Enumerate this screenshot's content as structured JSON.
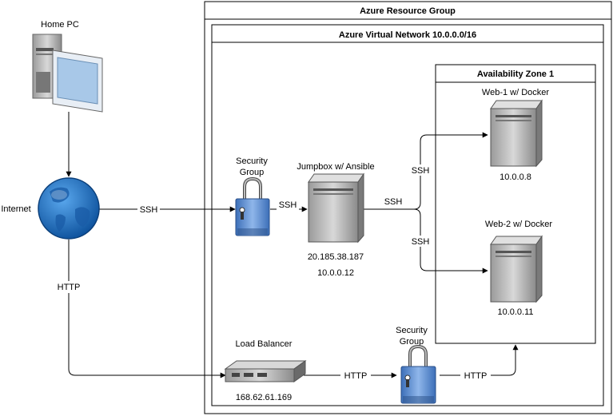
{
  "containers": {
    "resource_group": "Azure Resource Group",
    "virtual_network": "Azure Virtual Network 10.0.0.0/16",
    "availability_zone": "Availability Zone 1"
  },
  "nodes": {
    "home_pc": "Home PC",
    "internet": "Internet",
    "security_group_1": [
      "Security",
      "Group"
    ],
    "jumpbox": {
      "title": "Jumpbox w/ Ansible",
      "public_ip": "20.185.38.187",
      "private_ip": "10.0.0.12"
    },
    "web1": {
      "title": "Web-1 w/ Docker",
      "ip": "10.0.0.8"
    },
    "web2": {
      "title": "Web-2 w/ Docker",
      "ip": "10.0.0.11"
    },
    "load_balancer": {
      "title": "Load Balancer",
      "ip": "168.62.61.169"
    },
    "security_group_2": [
      "Security",
      "Group"
    ]
  },
  "edge_labels": {
    "internet_to_sg": "SSH",
    "sg_to_jumpbox": "SSH",
    "jumpbox_out": "SSH",
    "to_web1": "SSH",
    "to_web2": "SSH",
    "internet_to_lb": "HTTP",
    "lb_to_sg": "HTTP",
    "sg_to_az": "HTTP"
  },
  "colors": {
    "server_body": "#c8c8c8",
    "server_dark": "#5a5a5a",
    "lock_body": "#5b8fd6",
    "globe": "#1e73c8",
    "monitor_screen": "#a8c8e8"
  }
}
